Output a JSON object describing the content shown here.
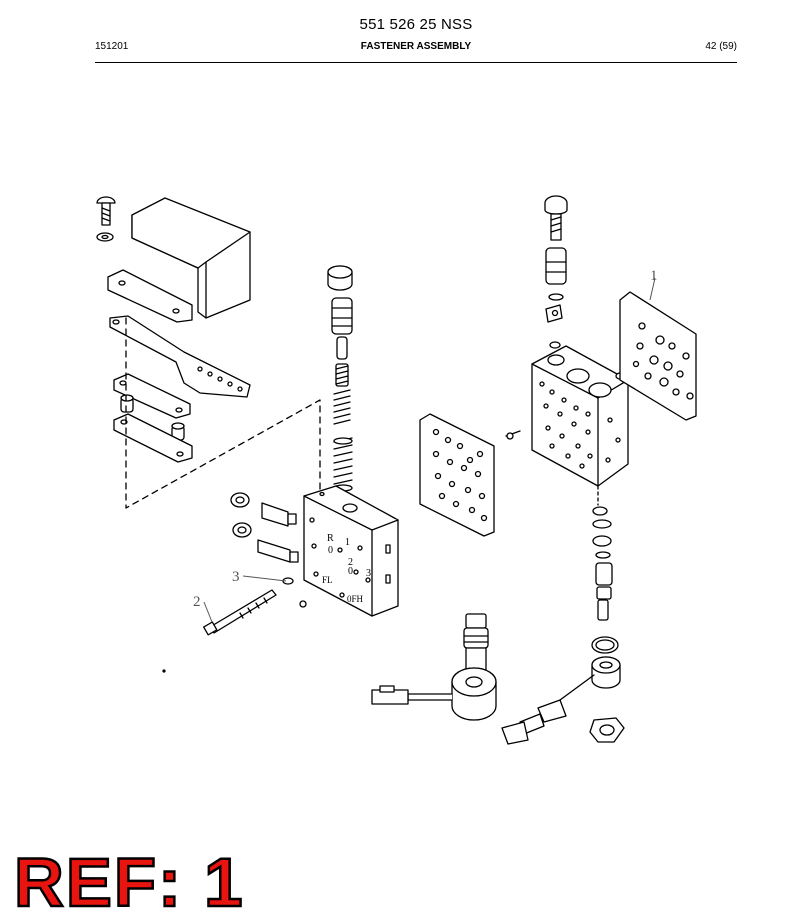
{
  "header": {
    "part_number": "551 526 25 NSS",
    "date_code": "151201",
    "section_title": "FASTENER ASSEMBLY",
    "page_indicator": "42 (59)"
  },
  "drawing": {
    "callouts": [
      "1",
      "2",
      "3"
    ],
    "block_markings": [
      "R",
      "1",
      "2",
      "0",
      "0",
      "3",
      "FL",
      "0FH"
    ]
  },
  "reference": {
    "label": "REF: 1"
  }
}
